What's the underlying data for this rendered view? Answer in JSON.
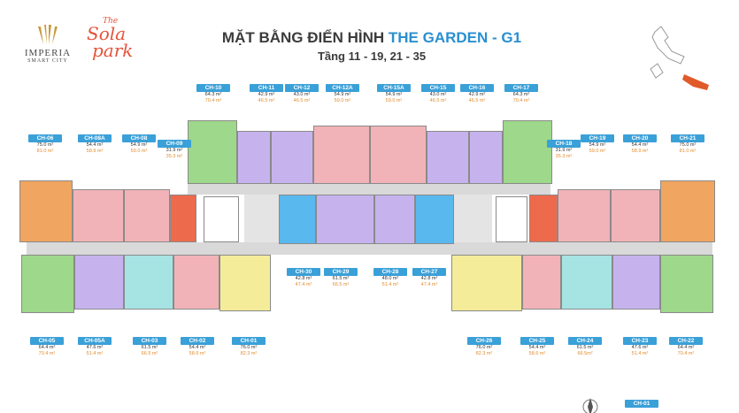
{
  "brand": {
    "imperia": "IMPERIA",
    "imperia_sub": "SMART CITY",
    "sola_the": "The",
    "sola_1": "Sola",
    "sola_2": "park"
  },
  "header": {
    "title_prefix": "MẶT BẰNG ĐIỂN HÌNH ",
    "title_highlight": "THE GARDEN - G1",
    "subtitle": "Tầng 11 - 19, 21 - 35"
  },
  "colors": {
    "accent": "#3aa0d8",
    "orange": "#e38b2c",
    "green": "#9ed88a",
    "pink": "#f1b3b8",
    "purple": "#c6b3ee",
    "blue": "#59b8ee",
    "yellow": "#f5ec9a",
    "red": "#ee6a4c",
    "tan": "#f0a560"
  },
  "units": [
    {
      "code": "CH-10",
      "a1": "64.3 m²",
      "a2": "70.4 m²"
    },
    {
      "code": "CH-11",
      "a1": "42.9 m²",
      "a2": "46.5 m²"
    },
    {
      "code": "CH-12",
      "a1": "43.0 m²",
      "a2": "46.5 m²"
    },
    {
      "code": "CH-12A",
      "a1": "54.9 m²",
      "a2": "59.0 m²"
    },
    {
      "code": "CH-15A",
      "a1": "54.9 m²",
      "a2": "59.0 m²"
    },
    {
      "code": "CH-15",
      "a1": "43.0 m²",
      "a2": "46.5 m²"
    },
    {
      "code": "CH-16",
      "a1": "42.9 m²",
      "a2": "46.5 m²"
    },
    {
      "code": "CH-17",
      "a1": "64.3 m²",
      "a2": "70.4 m²"
    },
    {
      "code": "CH-06",
      "a1": "75.0 m²",
      "a2": "81.0 m²"
    },
    {
      "code": "CH-08A",
      "a1": "54.4 m²",
      "a2": "58.9 m²"
    },
    {
      "code": "CH-08",
      "a1": "54.9 m²",
      "a2": "59.0 m²"
    },
    {
      "code": "CH-09",
      "a1": "31.9 m²",
      "a2": "35.3 m²"
    },
    {
      "code": "CH-18",
      "a1": "31.9 m²",
      "a2": "35.3 m²"
    },
    {
      "code": "CH-19",
      "a1": "54.9 m²",
      "a2": "59.0 m²"
    },
    {
      "code": "CH-20",
      "a1": "54.4 m²",
      "a2": "58.9 m²"
    },
    {
      "code": "CH-21",
      "a1": "75.0 m²",
      "a2": "81.0 m²"
    },
    {
      "code": "CH-30",
      "a1": "42.8 m²",
      "a2": "47.4 m²"
    },
    {
      "code": "CH-29",
      "a1": "61.5 m²",
      "a2": "66.5 m²"
    },
    {
      "code": "CH-28",
      "a1": "48.0 m²",
      "a2": "51.4 m²"
    },
    {
      "code": "CH-27",
      "a1": "42.8 m²",
      "a2": "47.4 m²"
    },
    {
      "code": "CH-05",
      "a1": "64.4 m²",
      "a2": "70.4 m²"
    },
    {
      "code": "CH-05A",
      "a1": "47.6 m²",
      "a2": "51.4 m²"
    },
    {
      "code": "CH-03",
      "a1": "61.5 m²",
      "a2": "66.5 m²"
    },
    {
      "code": "CH-02",
      "a1": "54.4 m²",
      "a2": "58.6 m²"
    },
    {
      "code": "CH-01",
      "a1": "76.0 m²",
      "a2": "82.3 m²"
    },
    {
      "code": "CH-26",
      "a1": "76.0 m²",
      "a2": "82.3 m²"
    },
    {
      "code": "CH-25",
      "a1": "54.4 m²",
      "a2": "58.6 m²"
    },
    {
      "code": "CH-24",
      "a1": "61.5 m²",
      "a2": "66.5m²"
    },
    {
      "code": "CH-23",
      "a1": "47.6 m²",
      "a2": "51.4 m²"
    },
    {
      "code": "CH-22",
      "a1": "64.4 m²",
      "a2": "70.4 m²"
    }
  ],
  "legend": {
    "code": "CH-01"
  }
}
